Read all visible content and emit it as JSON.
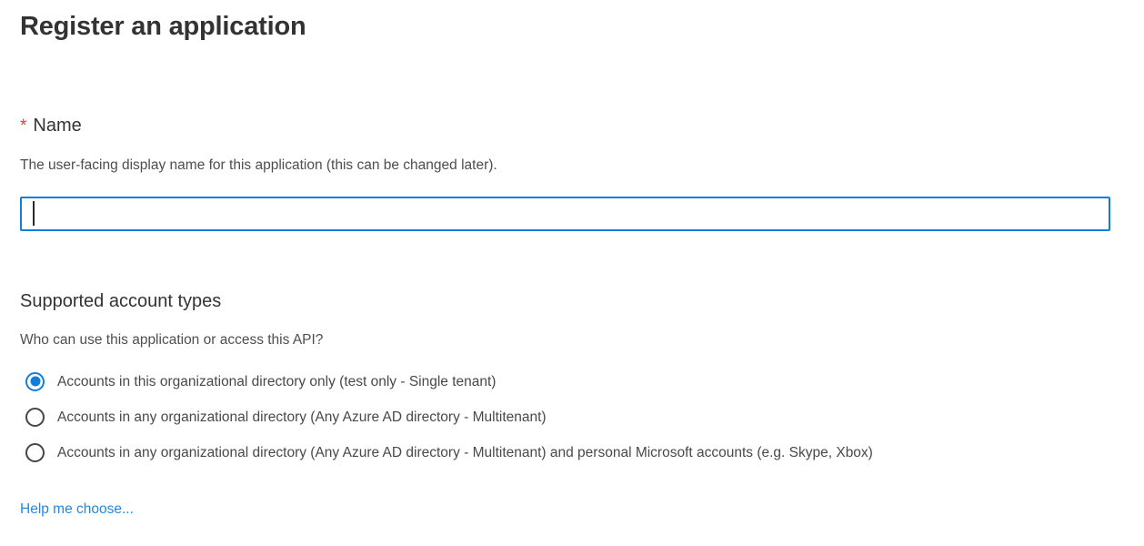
{
  "page": {
    "title": "Register an application"
  },
  "name_field": {
    "required_marker": "*",
    "label": "Name",
    "description": "The user-facing display name for this application (this can be changed later).",
    "value": "",
    "placeholder": ""
  },
  "account_types": {
    "heading": "Supported account types",
    "question": "Who can use this application or access this API?",
    "options": [
      {
        "label": "Accounts in this organizational directory only (test only - Single tenant)",
        "selected": true
      },
      {
        "label": "Accounts in any organizational directory (Any Azure AD directory - Multitenant)",
        "selected": false
      },
      {
        "label": "Accounts in any organizational directory (Any Azure AD directory - Multitenant) and personal Microsoft accounts (e.g. Skype, Xbox)",
        "selected": false
      }
    ],
    "help_link_label": "Help me choose..."
  },
  "colors": {
    "accent_blue": "#0f7fdb",
    "link_blue": "#1e8ae3",
    "required_red": "#e03e36",
    "heading_text": "#333333",
    "body_text": "#4e4e4e"
  }
}
